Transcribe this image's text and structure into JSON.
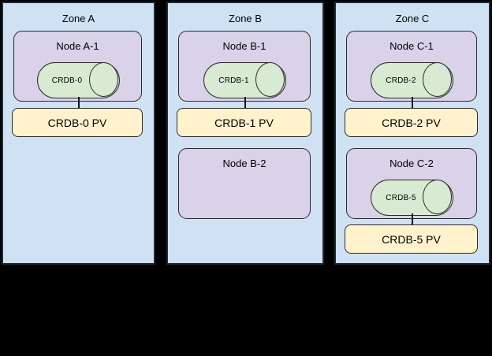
{
  "colors": {
    "canvas_bg": "#000000",
    "zone_fill": "#cfe2f3",
    "zone_border": "#1d2b36",
    "node_fill": "#d9d2e9",
    "db_fill": "#d9ead3",
    "pv_fill": "#fff2cc",
    "shape_border": "#2b2b2b"
  },
  "zones": [
    {
      "title": "Zone A",
      "nodes": [
        {
          "title": "Node A-1",
          "db": "CRDB-0",
          "pv": "CRDB-0 PV"
        }
      ]
    },
    {
      "title": "Zone B",
      "nodes": [
        {
          "title": "Node B-1",
          "db": "CRDB-1",
          "pv": "CRDB-1 PV"
        },
        {
          "title": "Node B-2"
        }
      ]
    },
    {
      "title": "Zone C",
      "nodes": [
        {
          "title": "Node C-1",
          "db": "CRDB-2",
          "pv": "CRDB-2 PV"
        },
        {
          "title": "Node C-2",
          "db": "CRDB-5",
          "pv": "CRDB-5 PV"
        }
      ]
    }
  ]
}
